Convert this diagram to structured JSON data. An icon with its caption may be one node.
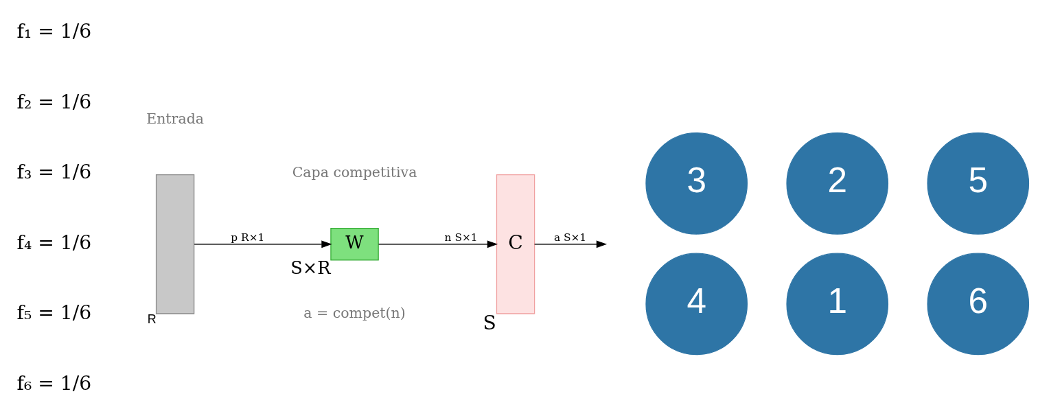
{
  "diagram": {
    "nodes": [
      {
        "text": [],
        "shape": "bar",
        "beside": [
          "R"
        ]
      },
      {
        "text": [
          "W"
        ],
        "beside": [
          "S×R"
        ]
      },
      {
        "text": [
          "C"
        ],
        "beside": [
          "S"
        ]
      },
      {
        "text": [
          "3"
        ]
      },
      {
        "text": [
          "2"
        ]
      },
      {
        "text": [
          "5"
        ]
      },
      {
        "text": [
          "4"
        ]
      },
      {
        "text": [
          "1"
        ]
      },
      {
        "text": [
          "6"
        ]
      }
    ],
    "edges": [
      {
        "from": 0,
        "to": 1,
        "arrow": "to",
        "label": "p R×1"
      },
      {
        "from": 1,
        "to": 2,
        "arrow": "to",
        "label": "n S×1"
      },
      {
        "from": 2,
        "to": null,
        "arrow": "to",
        "label": "a S×1"
      }
    ],
    "labels": [
      "f₁ = 1/6",
      "f₂ = 1/6",
      "f₃ = 1/6",
      "f₄ = 1/6",
      "f₅ = 1/6",
      "f₆ = 1/6",
      "Entrada",
      "Capa competitiva",
      "a = compet(n)"
    ]
  }
}
